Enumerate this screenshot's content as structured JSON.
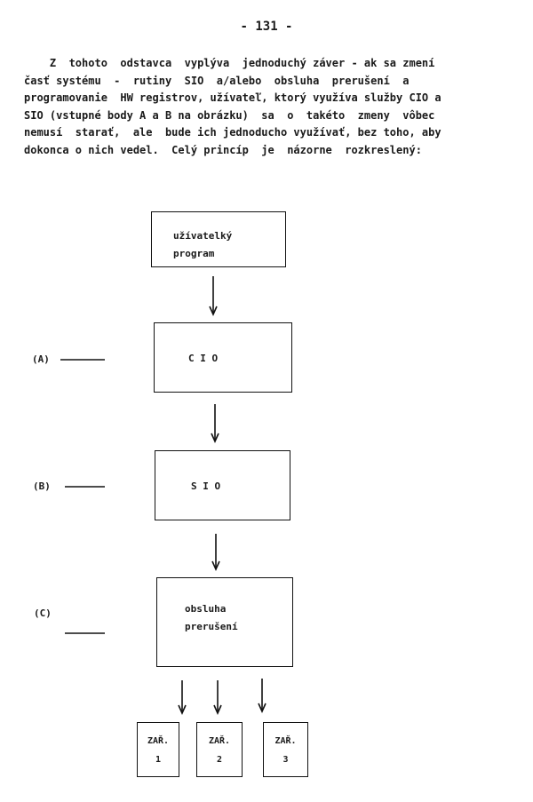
{
  "page_number": "- 131 -",
  "paragraph": {
    "lines": [
      "    Z  tohoto  odstavca  vyplýva  jednoduchý záver - ak sa zmení",
      "časť systému  -  rutiny  SIO  a/alebo  obsluha  prerušení  a",
      "programovanie  HW registrov, užívateľ, ktorý využíva služby CIO a",
      "SIO (vstupné body A a B na obrázku)  sa  o  takéto  zmeny  vôbec",
      "nemusí  starať,  ale  bude ich jednoducho využívať, bez toho, aby",
      "dokonca o nich vedel.  Celý princíp  je  názorne  rozkreslený:"
    ]
  },
  "diagram": {
    "user_program": {
      "line1": "užívatelký",
      "line2": "program"
    },
    "cio": {
      "label": "C I O"
    },
    "sio": {
      "label": "S I O"
    },
    "interrupt_handler": {
      "line1": "obsluha",
      "line2": "prerušení"
    },
    "entry_labels": {
      "a": "(A)",
      "b": "(B)",
      "c": "(C)"
    },
    "devices": [
      {
        "line1": "ZAŘ.",
        "line2": "1"
      },
      {
        "line1": "ZAŘ.",
        "line2": "2"
      },
      {
        "line1": "ZAŘ.",
        "line2": "3"
      }
    ]
  }
}
